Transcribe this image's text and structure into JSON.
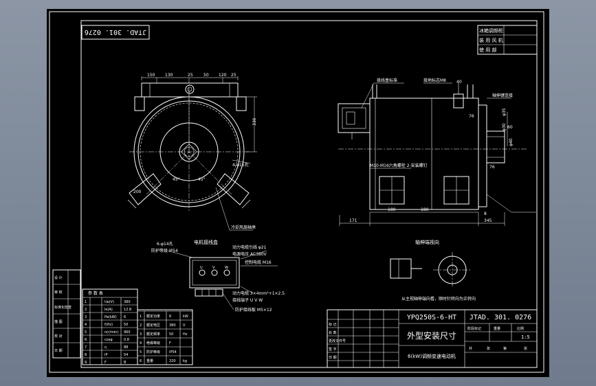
{
  "colors": {
    "background": "#000000",
    "lines": "#ffffff",
    "desktop": "#7f8999"
  },
  "drawing": {
    "doc_number_rotated": "JTAD. 301. 0276",
    "model": "YPQ250S-6-HT",
    "doc_number": "JTAD. 301. 0276",
    "title": "外型安装尺寸",
    "company": "6(kW)调频变速电动机",
    "scale": "1:5",
    "tr_table": [
      "冰箱调频柜",
      "装 用 风 机",
      "使 用 部"
    ],
    "left_labels": [
      "设 计",
      "审 核",
      "标准化检查",
      "描 图",
      "校 对",
      "日 期"
    ],
    "terminal_caption": "电机接线盒",
    "shaft_caption": "轴伸端视向",
    "shaft_note": "从主视轴伸端向看，顺时针转向为正转向"
  },
  "front_view": {
    "dims": [
      "150",
      "130",
      "25",
      "50",
      "120",
      "25",
      "330",
      "200",
      "45°",
      "45°"
    ],
    "callouts": [
      "4-φ15孔",
      "冷却风扇轴承"
    ]
  },
  "side_view": {
    "dims": [
      "40",
      "171",
      "180",
      "180",
      "8",
      "345",
      "76",
      "76",
      "60"
    ],
    "callouts": [
      "接线盒标准",
      "接地标志M8",
      "M10-M16六角螺栓 2-安装螺钉",
      "轴伸键连接"
    ],
    "side_dims": [
      "φ35",
      "φ30",
      "φ40"
    ]
  },
  "terminal": {
    "labels": [
      "6-φ14孔",
      "防护等级 IP54",
      "动力电缆引线 φ21",
      "电源电压 AC380V",
      "控制电缆 M16",
      "动力电缆 3×4mm²+1×2.5",
      "接线端子 U V W",
      "防护接线板 M5×12"
    ],
    "terms": [
      "U",
      "V",
      "W"
    ]
  },
  "param_table": {
    "header": "参  数  表",
    "rows": [
      [
        "1",
        "",
        "Ue(V)",
        "380"
      ],
      [
        "2",
        "",
        "Ie(A)",
        "12.8"
      ],
      [
        "3",
        "",
        "Pe(kW)",
        "6"
      ],
      [
        "4",
        "",
        "f(Hz)",
        "50"
      ],
      [
        "5",
        "",
        "n(r/min)",
        "960"
      ],
      [
        "6",
        "",
        "cosφ",
        "0.8"
      ],
      [
        "7",
        "",
        "η",
        "88"
      ],
      [
        "8",
        "",
        "IP",
        "54"
      ],
      [
        "9",
        "",
        "F",
        "B"
      ]
    ],
    "spec_rows": [
      [
        "1",
        "额定功率",
        "6",
        "kW"
      ],
      [
        "2",
        "额定电压",
        "380",
        "V"
      ],
      [
        "3",
        "额定频率",
        "50",
        "Hz"
      ],
      [
        "4",
        "绝缘等级",
        "F",
        ""
      ],
      [
        "5",
        "防护等级",
        "IP54",
        ""
      ],
      [
        "6",
        "重量",
        "220",
        "kg"
      ]
    ]
  },
  "title_block": {
    "sign_rows": [
      "标 记",
      "处 数",
      "更改文件号",
      "签 字",
      "日 期"
    ],
    "cols": [
      "阶段标记",
      "重量",
      "比例"
    ],
    "footer": [
      "共",
      "张",
      "第",
      "张"
    ]
  }
}
